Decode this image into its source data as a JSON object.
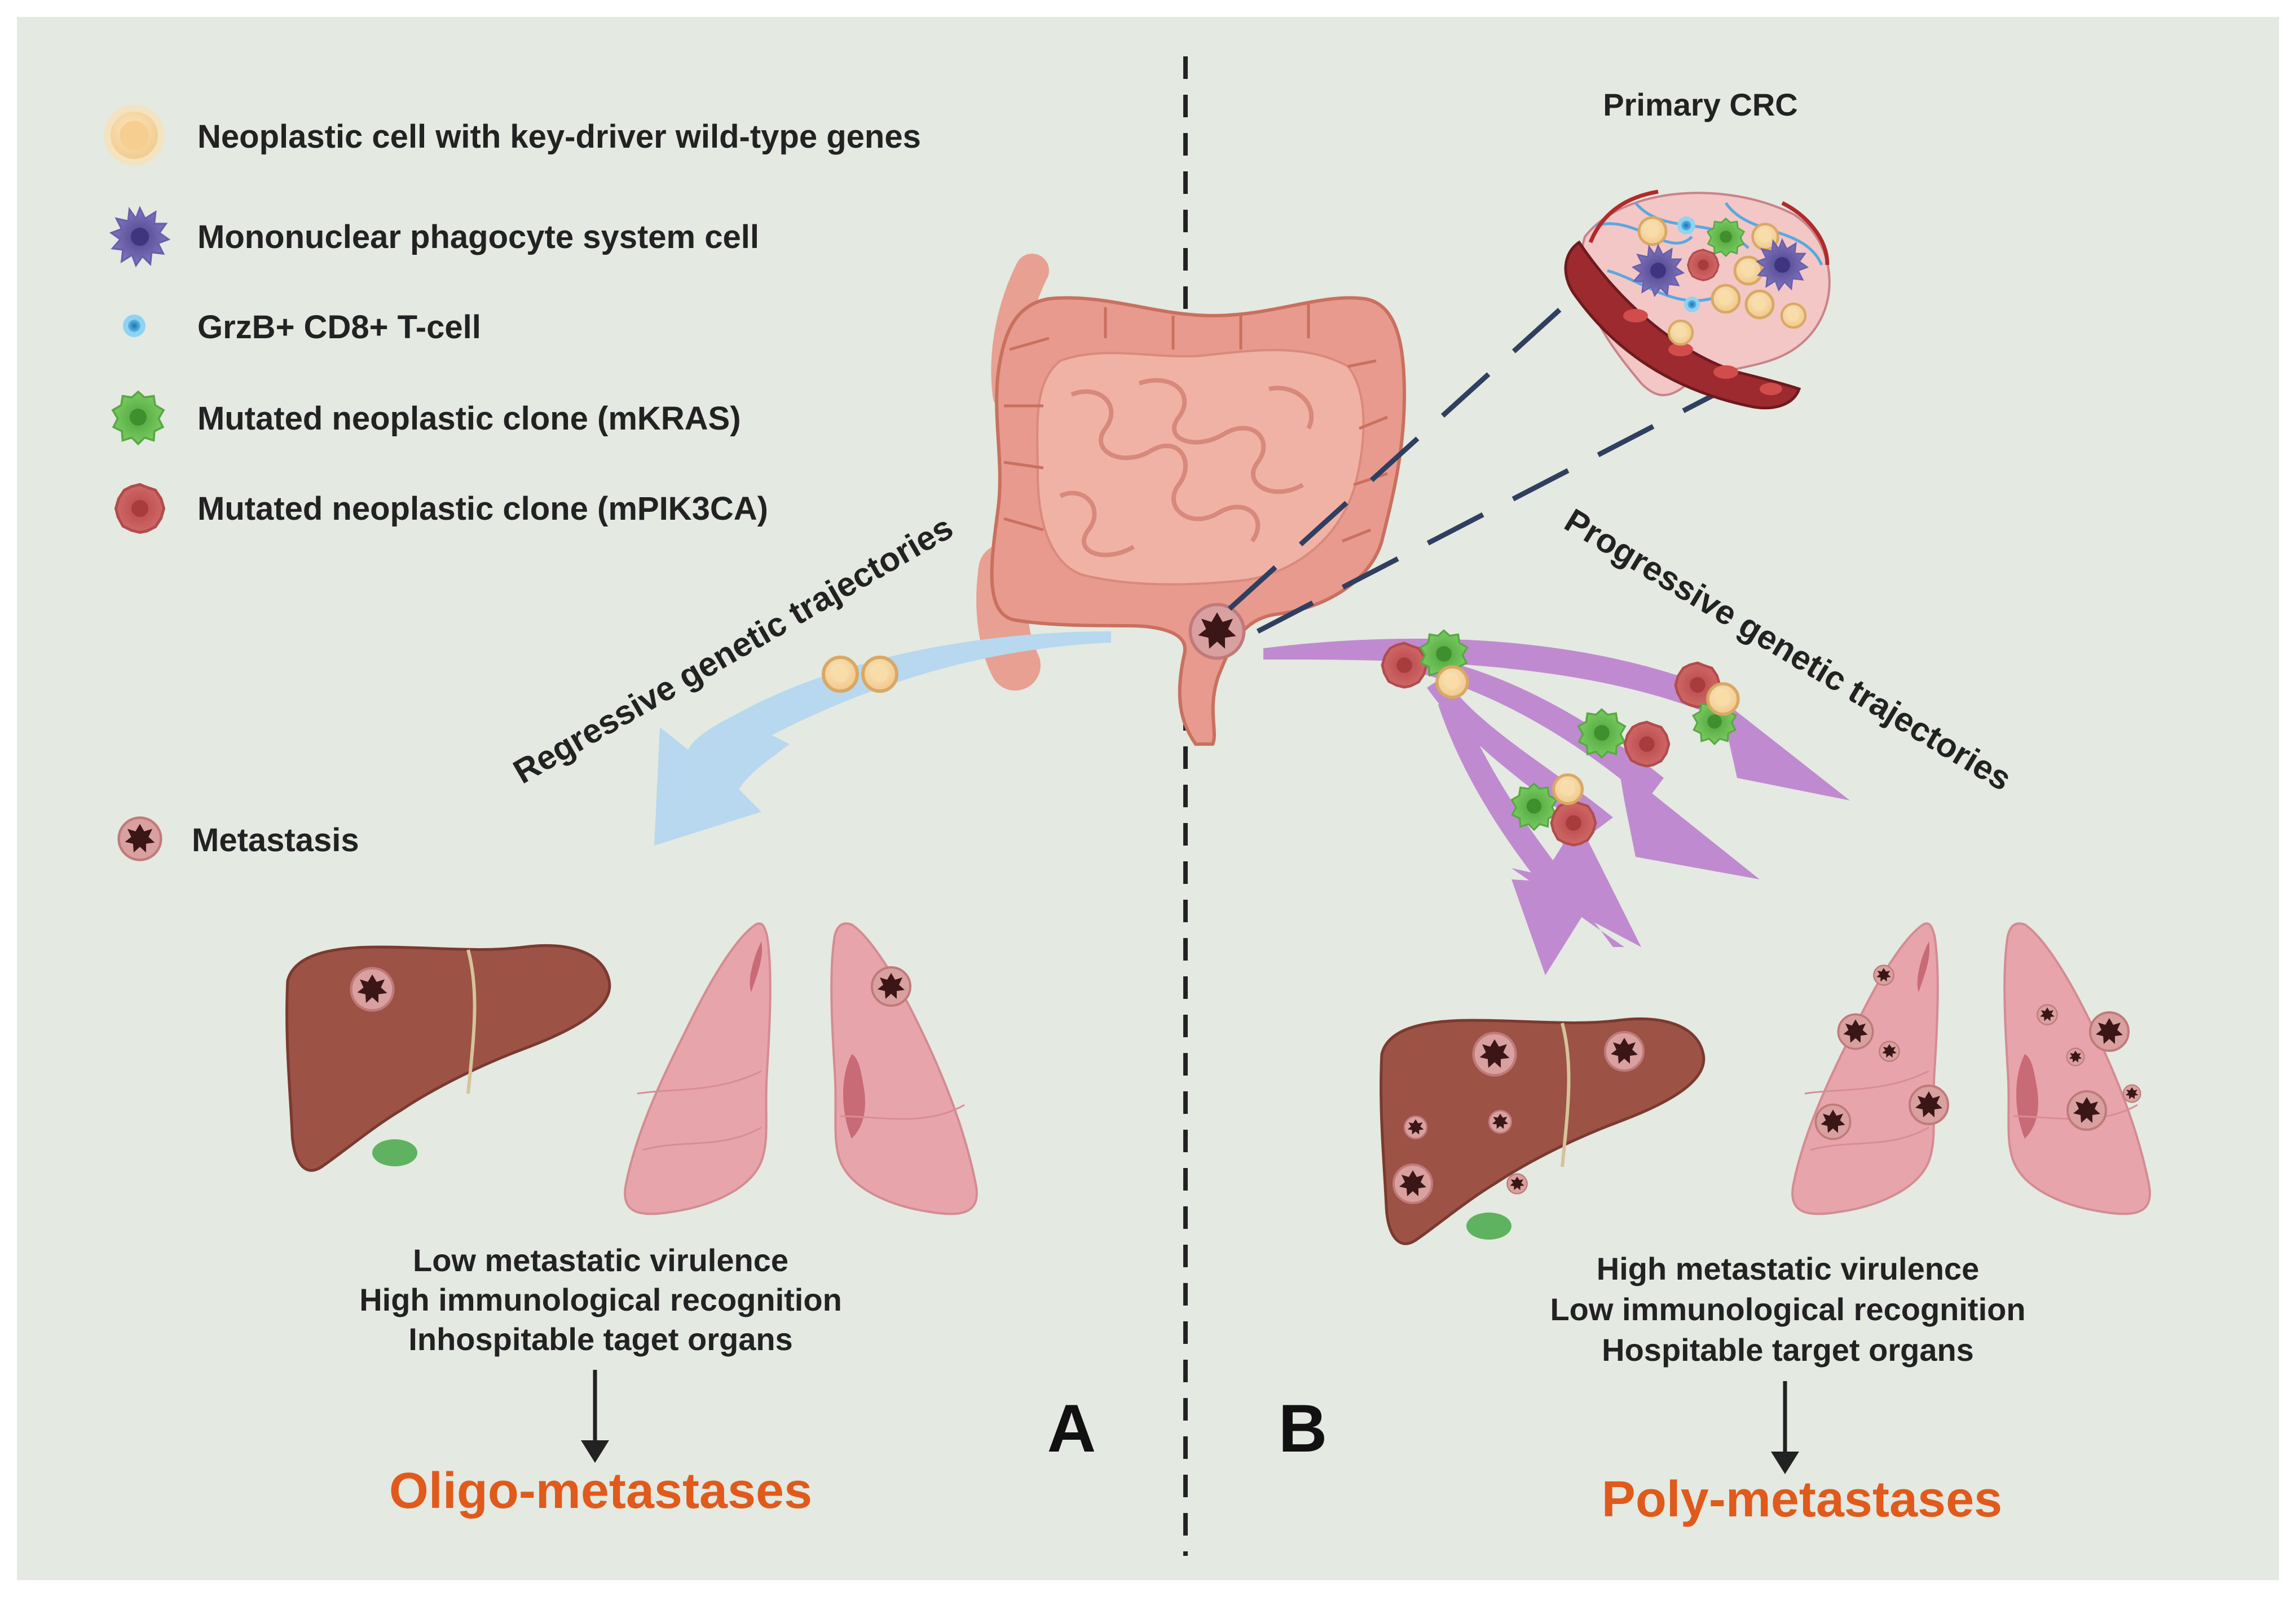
{
  "colors": {
    "background": "#e4e9e1",
    "outcome_orange": "#e05a1c",
    "regressive_arrow": "#b7d8ef",
    "progressive_arrow": "#c08ad0",
    "liver": "#9c5245",
    "lung": "#e8a4ab",
    "gallbladder": "#5fb25f",
    "wildtype_cell": "#f6d8a0",
    "phagocyte": "#7e72b8",
    "t_cell": "#3aa3d8",
    "kras_clone": "#6cc04a",
    "pik3ca_clone": "#c95a5a",
    "metastasis": "#4a1a1a",
    "intestine": "#e89a8e"
  },
  "legend": {
    "items": [
      {
        "icon": "wildtype-cell-icon",
        "label": "Neoplastic cell with key-driver wild-type genes"
      },
      {
        "icon": "phagocyte-cell-icon",
        "label": "Mononuclear phagocyte system cell"
      },
      {
        "icon": "t-cell-icon",
        "label": "GrzB+ CD8+ T-cell"
      },
      {
        "icon": "kras-clone-icon",
        "label": "Mutated neoplastic clone (mKRAS)"
      },
      {
        "icon": "pik3ca-clone-icon",
        "label": "Mutated neoplastic clone (mPIK3CA)"
      }
    ],
    "metastasis_label": "Metastasis"
  },
  "primary_label": "Primary CRC",
  "trajectories": {
    "regressive": "Regressive genetic trajectories",
    "progressive": "Progressive genetic trajectories"
  },
  "panel_a": {
    "letter": "A",
    "lines": [
      "Low metastatic virulence",
      "High immunological recognition",
      "Inhospitable taget organs"
    ],
    "outcome": "Oligo-metastases"
  },
  "panel_b": {
    "letter": "B",
    "lines": [
      "High metastatic virulence",
      "Low immunological recognition",
      "Hospitable target organs"
    ],
    "outcome": "Poly-metastases"
  }
}
